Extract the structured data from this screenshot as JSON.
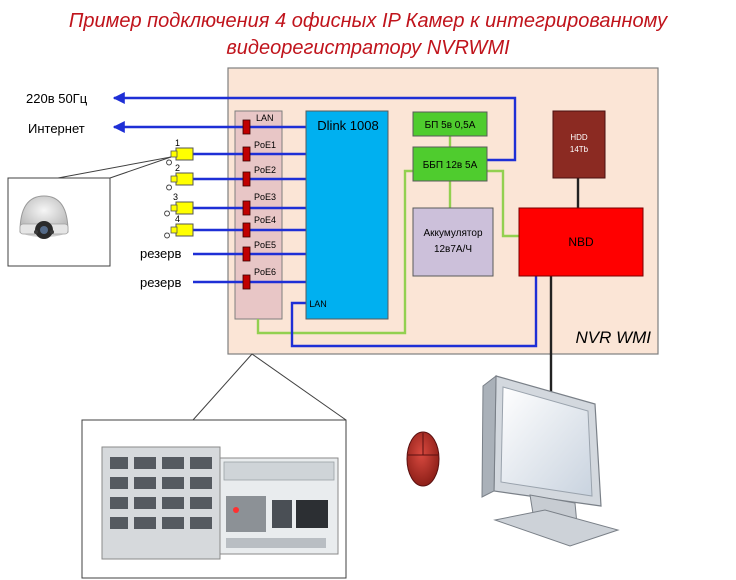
{
  "title": {
    "line1": "Пример подключения 4 офисных IP Камер к интегрированному",
    "line2": "видеорегистратору NVRWMI"
  },
  "left": {
    "power": "220в 50Гц",
    "internet": "Интернет",
    "reserve1": "резерв",
    "reserve2": "резерв"
  },
  "cameras": [
    "1",
    "2",
    "3",
    "4"
  ],
  "panel": {
    "port_lan": "LAN",
    "ports": [
      "PoE1",
      "PoE2",
      "PoE3",
      "PoE4",
      "PoE5",
      "PoE6"
    ],
    "switch": "Dlink 1008",
    "switch_lan": "LAN",
    "psu": "БП  5в 0,5А",
    "ups": "ББП  12в 5А",
    "battery_line1": "Аккумулятор",
    "battery_line2": "12в7А/Ч",
    "hdd_line1": "HDD",
    "hdd_line2": "14Тb",
    "nvr_board": "NBD",
    "label": "NVR WMI"
  },
  "colors": {
    "enclosure": "#fbe5d6",
    "switch": "#00b0f0",
    "psu": "#4fcc2e",
    "battery": "#ccc0da",
    "hdd": "#8b2a22",
    "nbd": "#ff0000",
    "port": "#c00000",
    "cable_blue": "#1e2fd6",
    "cable_green": "#92d050",
    "camera_conn": "#ffff00",
    "title": "#c0141c"
  }
}
